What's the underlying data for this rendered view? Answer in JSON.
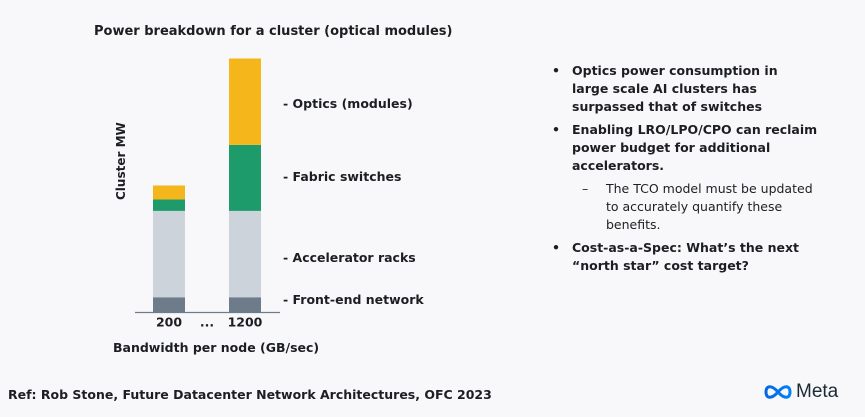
{
  "slide": {
    "ref": "Ref: Rob Stone, Future Datacenter Network Architectures, OFC 2023",
    "logo_text": "Meta",
    "bullets": [
      {
        "text": "Optics power consumption in large scale AI clusters has surpassed that of switches"
      },
      {
        "text": "Enabling LRO/LPO/CPO can reclaim power budget for additional accelerators.",
        "sub": "The TCO model must be updated to accurately quantify these benefits."
      },
      {
        "text": "Cost-as-a-Spec: What’s the next “north star” cost target?"
      }
    ],
    "bullet_glyph": "•",
    "sub_glyph": "–"
  },
  "chart_data": {
    "type": "bar",
    "stacked": true,
    "title": "Power breakdown for a cluster (optical modules)",
    "xlabel": "Bandwidth per node (GB/sec)",
    "ylabel": "Cluster MW",
    "categories": [
      "200",
      "1200"
    ],
    "category_gap_label": "...",
    "y_ticks_shown": false,
    "grid": false,
    "series": [
      {
        "name": "- Front-end network",
        "color": "#6e7b8b",
        "values": [
          6,
          6
        ]
      },
      {
        "name": "- Accelerator racks",
        "color": "#ccd3db",
        "values": [
          34,
          34
        ]
      },
      {
        "name": "- Fabric switches",
        "color": "#1e9b6b",
        "values": [
          4.5,
          26
        ]
      },
      {
        "name": "- Optics (modules)",
        "color": "#f4b61a",
        "values": [
          5.5,
          34
        ]
      }
    ]
  }
}
